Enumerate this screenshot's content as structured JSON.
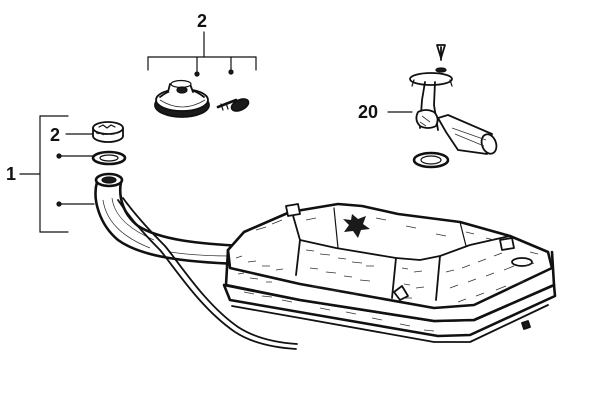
{
  "callouts": {
    "top_group": "2",
    "filler_cap": "2",
    "filler_assembly": "1",
    "sender_unit": "20"
  }
}
